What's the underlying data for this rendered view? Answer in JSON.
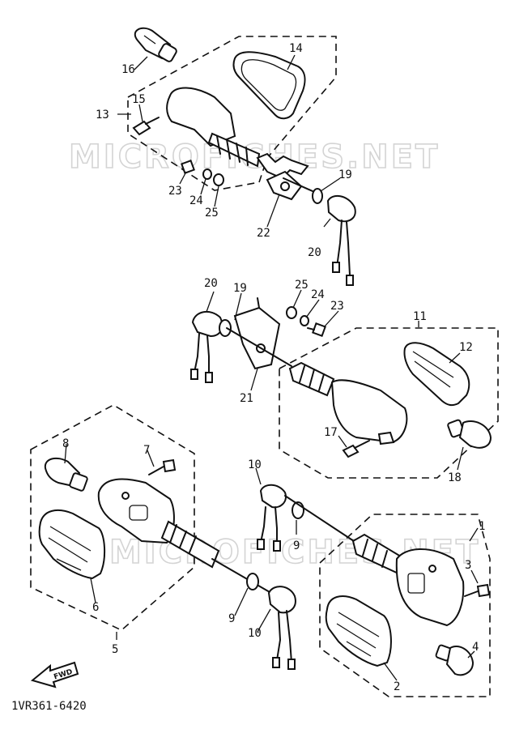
{
  "watermark": "MICROFICHES.NET",
  "diagram_code": "1VR361-6420",
  "fwd_label": "FWD",
  "callouts": [
    "1",
    "2",
    "3",
    "4",
    "5",
    "6",
    "7",
    "8",
    "9",
    "9",
    "10",
    "10",
    "11",
    "12",
    "13",
    "14",
    "15",
    "16",
    "17",
    "18",
    "19",
    "19",
    "20",
    "20",
    "21",
    "22",
    "23",
    "23",
    "24",
    "24",
    "25",
    "25"
  ],
  "icons": {
    "fwd_arrow": "fwd-arrow-icon"
  }
}
